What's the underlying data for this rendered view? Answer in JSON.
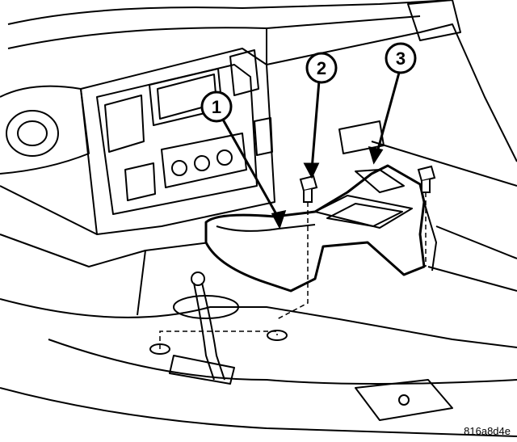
{
  "figure": {
    "callouts": [
      {
        "id": "1",
        "label": "1"
      },
      {
        "id": "2",
        "label": "2"
      },
      {
        "id": "3",
        "label": "3"
      }
    ],
    "figure_code": "816a8d4e"
  }
}
